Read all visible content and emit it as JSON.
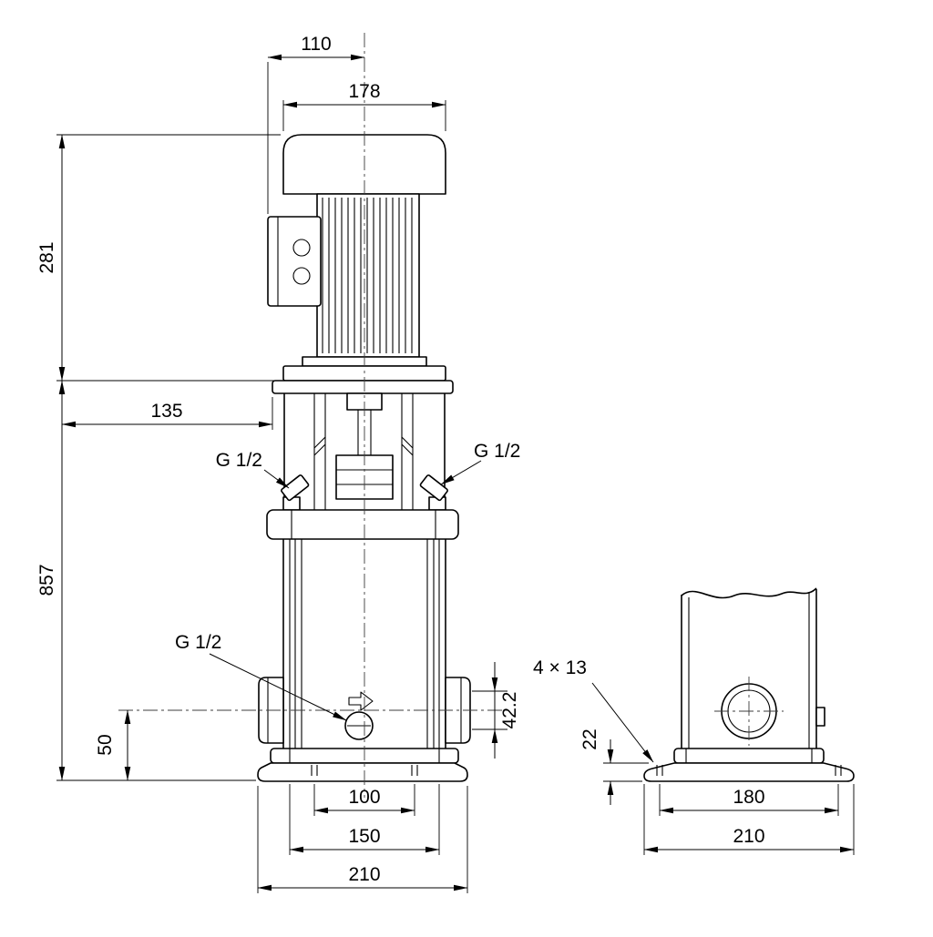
{
  "colors": {
    "line": "#000000",
    "background": "#ffffff"
  },
  "dims": {
    "motor_top_width": "110",
    "motor_width": "178",
    "motor_height": "281",
    "stool_offset": "135",
    "total_height": "857",
    "gauge_port_left": "G 1/2",
    "gauge_port_right": "G 1/2",
    "drain_port": "G 1/2",
    "port_height": "50",
    "port_diameter": "42.2",
    "base_hole_spacing": "100",
    "base_mid_width": "150",
    "base_width": "210",
    "side_holes": "4 × 13",
    "side_base_height": "22",
    "side_hole_spacing": "180",
    "side_base_width": "210"
  }
}
